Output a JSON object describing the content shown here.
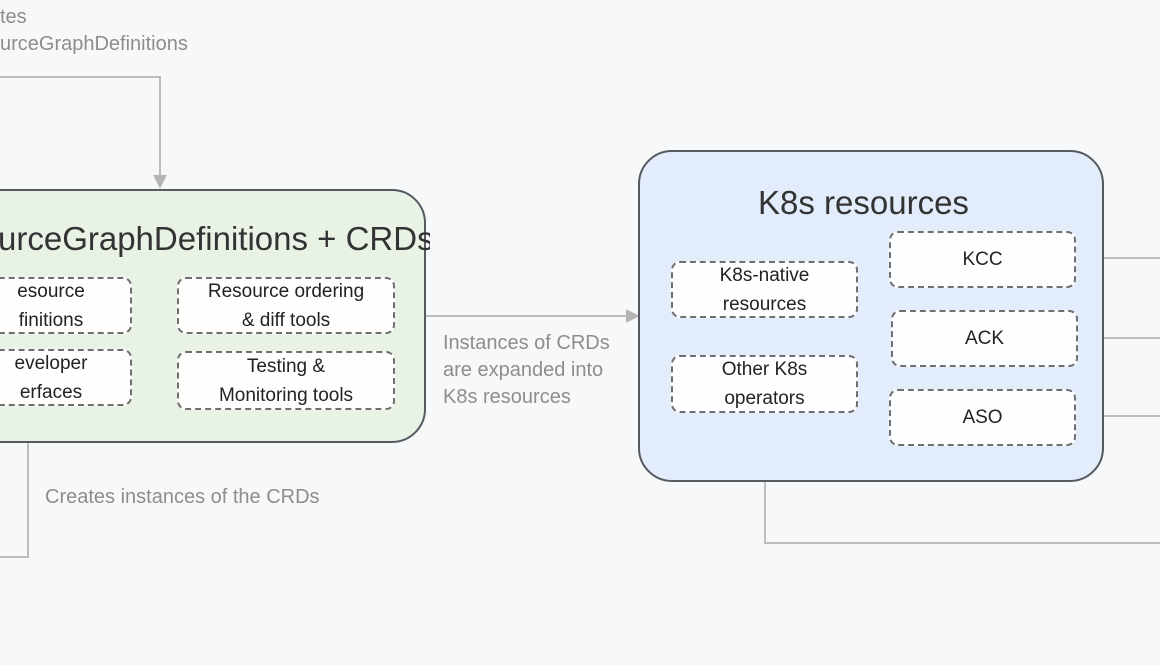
{
  "annotations": {
    "top_left": "tes\nurceGraphDefinitions",
    "middle": "Instances of CRDs\nare expanded into\nK8s resources",
    "bottom_left": "Creates instances of the CRDs"
  },
  "left_panel": {
    "title": "urceGraphDefinitions + CRDs",
    "boxes": [
      "esource\nfinitions",
      "Resource ordering\n& diff tools",
      "eveloper\nerfaces",
      "Testing &\nMonitoring tools"
    ]
  },
  "right_panel": {
    "title": "K8s resources",
    "left_boxes": [
      "K8s-native\nresources",
      "Other K8s\noperators"
    ],
    "right_boxes": [
      "KCC",
      "ACK",
      "ASO"
    ]
  },
  "colors": {
    "background": "#f7f8fa",
    "green_panel": "#e8f3e5",
    "blue_panel": "#e3ecfb",
    "connector": "#bdbdbd"
  }
}
